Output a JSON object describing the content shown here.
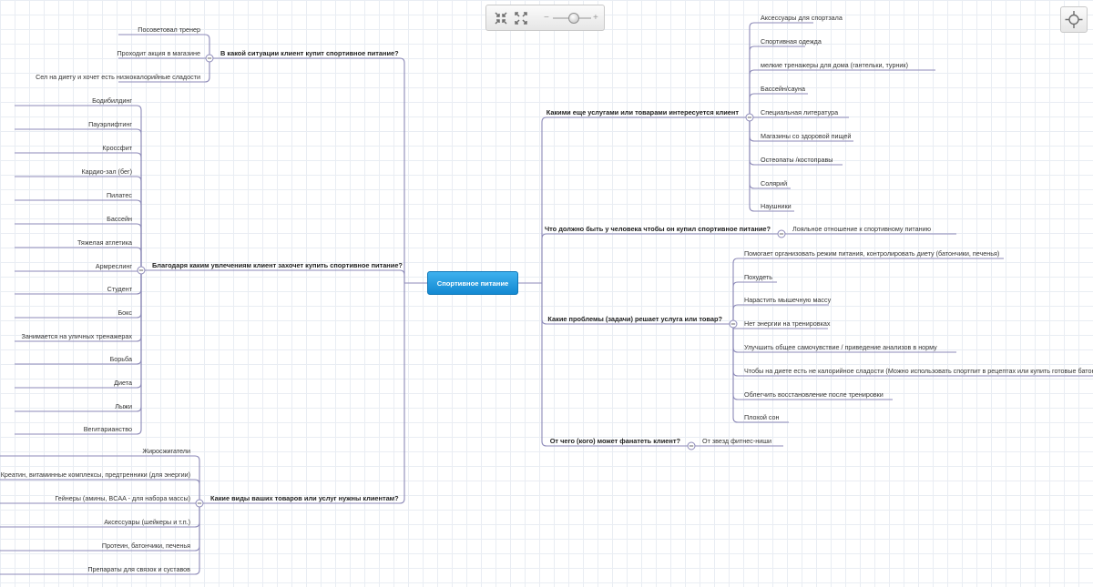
{
  "toolbar": {
    "collapse_icon": "collapse-icon",
    "expand_icon": "expand-icon",
    "zoom_minus": "−",
    "zoom_plus": "+",
    "zoom_level": 0.55
  },
  "center_button_icon": "crosshair-icon",
  "root": "Спортивное питание",
  "left": [
    {
      "label": "В какой ситуации клиент купит спортивное питание?",
      "children": [
        "Посоветовал тренер",
        "Проходит акция в магазине",
        "Сел на диету и хочет есть низкокалорийные сладости"
      ]
    },
    {
      "label": "Благодаря каким увлечениям клиент захочет купить спортивное питание?",
      "children": [
        "Бодибилдинг",
        "Пауэрлифтинг",
        "Кроссфит",
        "Кардио-зал (бег)",
        "Пилатес",
        "Бассейн",
        "Тяжелая атлетика",
        "Армреслинг",
        "Студент",
        "Бокс",
        "Занимается на уличных тренажерах",
        "Борьба",
        "Диета",
        "Лыжи",
        "Вегитарианство"
      ]
    },
    {
      "label": "Какие виды ваших товаров или услуг нужны клиентам?",
      "children": [
        "Жиросжигатели",
        "Креатин, витаминные комплексы, предтренники (для энергии)",
        "Гейнеры (амины, BCAA - для набора массы)",
        "Аксессуары (шейкеры и т.п.)",
        "Протеин, батончики, печенья",
        "Препараты для связок и суставов"
      ]
    }
  ],
  "right": [
    {
      "label": "Какими еще услугами или товарами интересуется клиент",
      "children": [
        "Аксессуары для спортзала",
        "Спортивная одежда",
        "мелкие тренажеры для дома (гантельки, турник)",
        "Бассейн/сауна",
        "Специальная литература",
        "Магазины со здоровой пищей",
        "Остеопаты /костоправы",
        "Солярий",
        "Наушники"
      ]
    },
    {
      "label": "Что должно быть у человека чтобы он купил спортивное питание?",
      "children": [
        "Лояльное отношение к спортивному питанию"
      ]
    },
    {
      "label": "Какие проблемы (задачи) решает услуга или товар?",
      "children": [
        "Помогает организовать режим питания, контролировать диету (батончики, печенья)",
        "Похудеть",
        "Нарастить мышечную массу",
        "Нет энергии на тренировках",
        "Улучшить общее самочувствие / приведение анализов в норму",
        "Чтобы на диете есть не калорийное сладости (Можно использовать спортпит в рецептах или купить готовые батончики)",
        "Облегчить восстановление после тренировки",
        "Плохой сон"
      ]
    },
    {
      "label": "От чего (кого) может фанатеть клиент?",
      "children": [
        "От звезд фитнес-ниши"
      ]
    }
  ]
}
